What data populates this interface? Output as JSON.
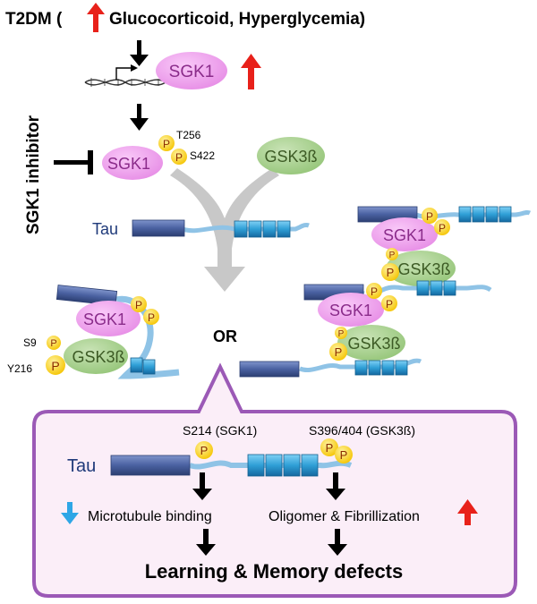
{
  "header": {
    "t2dm": "T2DM (",
    "causes": "Glucocorticoid, Hyperglycemia)"
  },
  "side": {
    "inhibitor": "SGK1 inhibitor"
  },
  "labels": {
    "sgk1": "SGK1",
    "gsk3b": "GSK3ß",
    "tau": "Tau",
    "p": "P",
    "t256": "T256",
    "s422": "S422",
    "s9": "S9",
    "y216": "Y216",
    "or": "OR"
  },
  "panel": {
    "tau": "Tau",
    "site_sgk1": "S214 (SGK1)",
    "site_gsk3b": "S396/404 (GSK3ß)",
    "effect_left": "Microtubule binding",
    "effect_right": "Oligomer & Fibrillization",
    "outcome": "Learning & Memory defects"
  },
  "colors": {
    "sgk1_fill": "#ee9ded",
    "sgk1_text": "#8a2b8a",
    "gsk3b_fill": "#a9d08e",
    "gsk3b_text": "#3c5a24",
    "phospho_fill": "#ffd21f",
    "tau_box": "#4a61a1",
    "helix": "#2f9fd6",
    "chain": "#8fc3e6",
    "panel_border": "#9b59b6",
    "panel_fill": "#fbeef8",
    "up_arrow": "#e8211a",
    "down_arrow": "#2ea6e6"
  }
}
